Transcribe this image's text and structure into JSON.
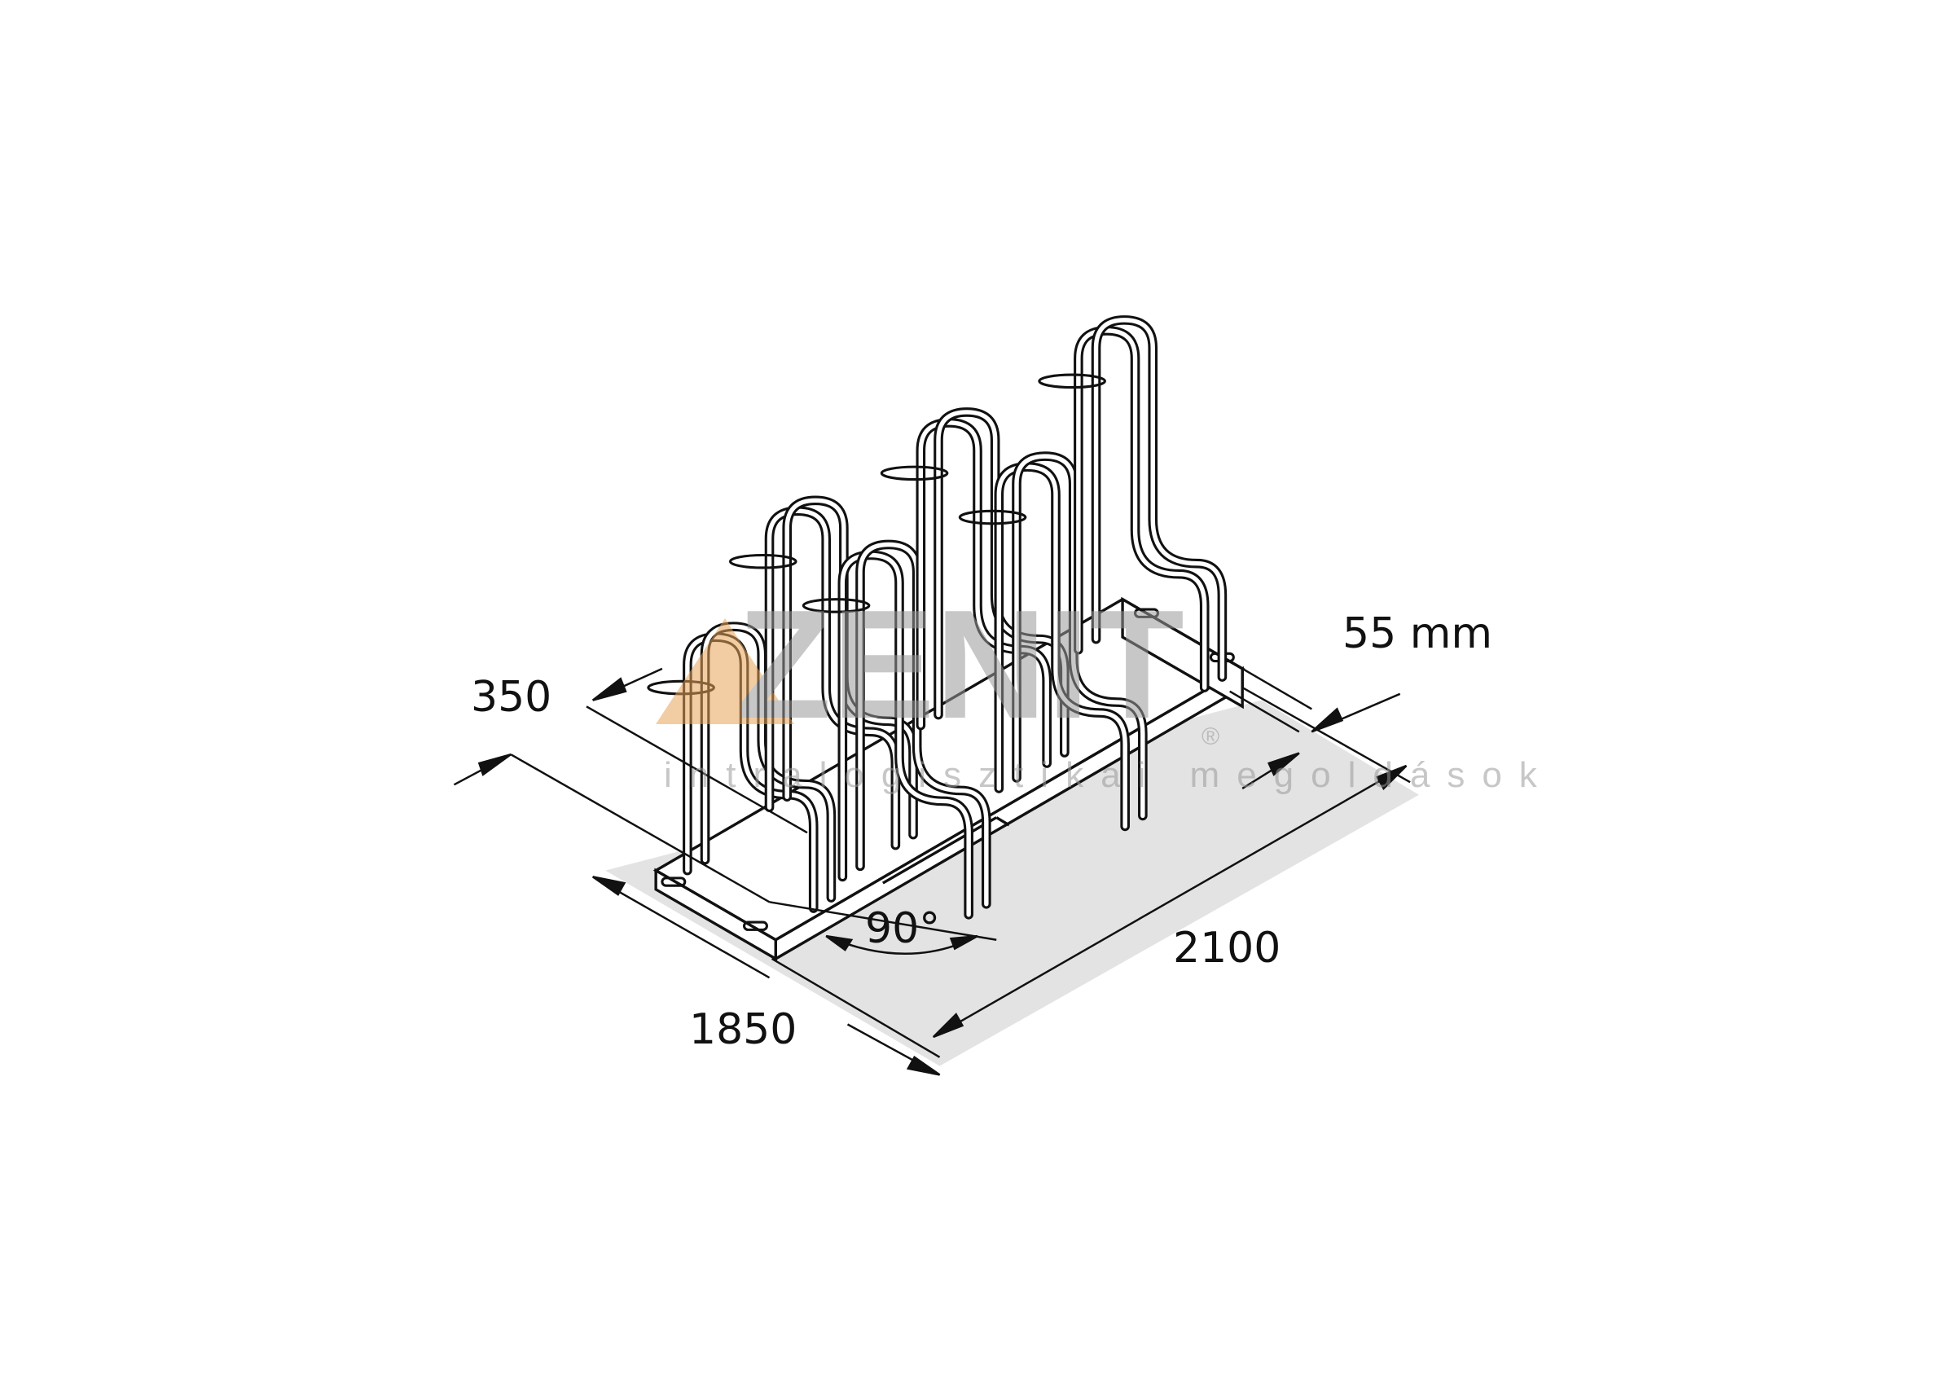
{
  "dimensions": {
    "depth": "350",
    "gap": "55 mm",
    "angle": "90°",
    "length": "2100",
    "width": "1850"
  },
  "watermark": {
    "brand": "ZENIT",
    "registered": "®",
    "tagline": "intralogisztikai megoldások"
  },
  "colors": {
    "line": "#111111",
    "shadow": "#e3e3e3",
    "watermark_gray": "#9a9a9a",
    "watermark_orange": "#e8a45a"
  }
}
